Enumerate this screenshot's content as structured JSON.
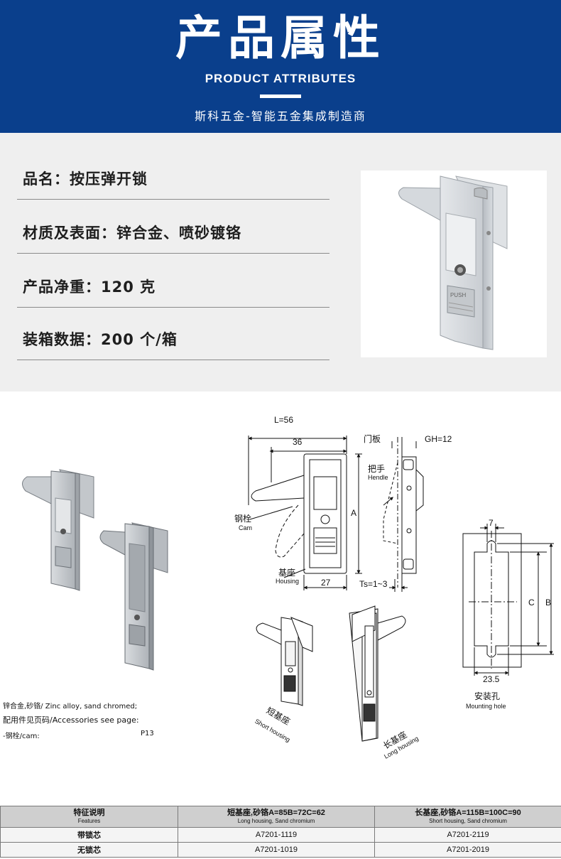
{
  "header": {
    "title": "产品属性",
    "subtitle": "PRODUCT ATTRIBUTES",
    "tagline": "斯科五金-智能五金集成制造商"
  },
  "attributes": [
    "品名：按压弹开锁",
    "材质及表面：锌合金、喷砂镀铬",
    "产品净重：120 克",
    "装箱数据：200 个/箱"
  ],
  "notes": {
    "material": "锌合金,砂铬/ Zinc alloy, sand chromed;",
    "accessories": "配用件见页码/Accessories see page:",
    "cam": "-钢栓/cam:",
    "cam_page": "P13"
  },
  "drawing": {
    "L": "L=56",
    "d36": "36",
    "A": "A",
    "d27": "27",
    "cam_cn": "钢栓",
    "cam_en": "Cam",
    "housing_cn": "基座",
    "housing_en": "Housing",
    "door_cn": "门板",
    "GH": "GH=12",
    "handle_cn": "把手",
    "handle_en": "Hendle",
    "Ts": "Ts=1~3",
    "push": "PUSH",
    "d7": "7",
    "C": "C",
    "B": "B",
    "d235": "23.5",
    "mount_cn": "安装孔",
    "mount_en": "Mounting hole",
    "short_cn": "短基座",
    "short_en": "Short housing",
    "long_cn": "长基座",
    "long_en": "Long housing"
  },
  "table": {
    "headers": [
      {
        "cn": "特征说明",
        "en": "Features"
      },
      {
        "cn": "短基座,砂铬A=85B=72C=62",
        "en": "Long housing, Sand chromium"
      },
      {
        "cn": "长基座,砂铬A=115B=100C=90",
        "en": "Short housing, Sand chromium"
      }
    ],
    "rows": [
      [
        "带锁芯",
        "A7201-1119",
        "A7201-2119"
      ],
      [
        "无锁芯",
        "A7201-1019",
        "A7201-2019"
      ]
    ]
  },
  "colors": {
    "header_bg": "#0a3f8c",
    "attr_bg": "#efefef",
    "table_header_bg": "#cfcfcf"
  }
}
